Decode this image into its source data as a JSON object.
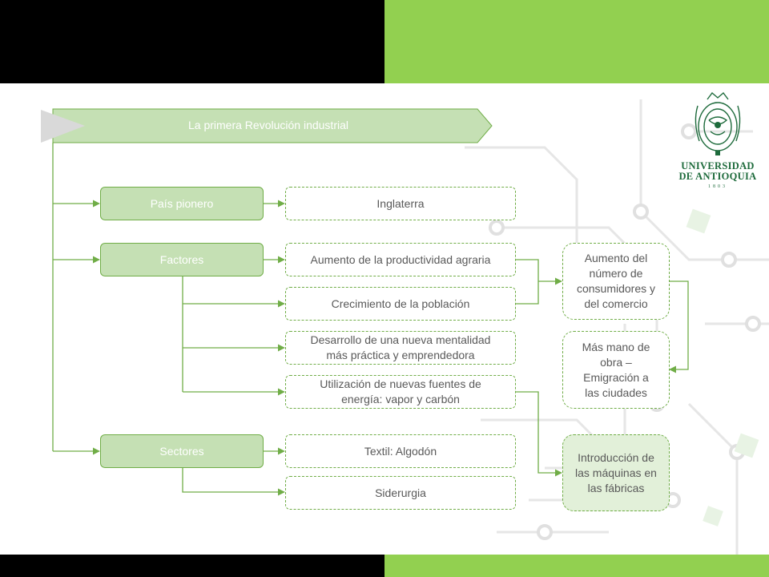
{
  "colors": {
    "accent_green": "#92d050",
    "box_green": "#c5e0b4",
    "border_green": "#70ad47",
    "text_gray": "#595959",
    "logo_green": "#1e6b3c"
  },
  "title": "La primera Revolución industrial",
  "logo": {
    "line1": "UNIVERSIDAD",
    "line2": "DE ANTIOQUIA",
    "year": "1803"
  },
  "categories": {
    "pioneer": "País pionero",
    "factors": "Factores",
    "sectors": "Sectores"
  },
  "pioneer_country": "Inglaterra",
  "factors": {
    "agrarian": "Aumento de la productividad agraria",
    "population": "Crecimiento de la población",
    "mentality": "Desarrollo de una nueva mentalidad más práctica y emprendedora",
    "energy": "Utilización de nuevas fuentes de energía: vapor y carbón"
  },
  "sectors": {
    "textile": "Textil: Algodón",
    "steel": "Siderurgia"
  },
  "consequences": {
    "consumers": "Aumento del número de consumidores y del comercio",
    "workforce": "Más mano de obra – Emigración a las ciudades",
    "machines": "Introducción de las máquinas en las fábricas"
  }
}
